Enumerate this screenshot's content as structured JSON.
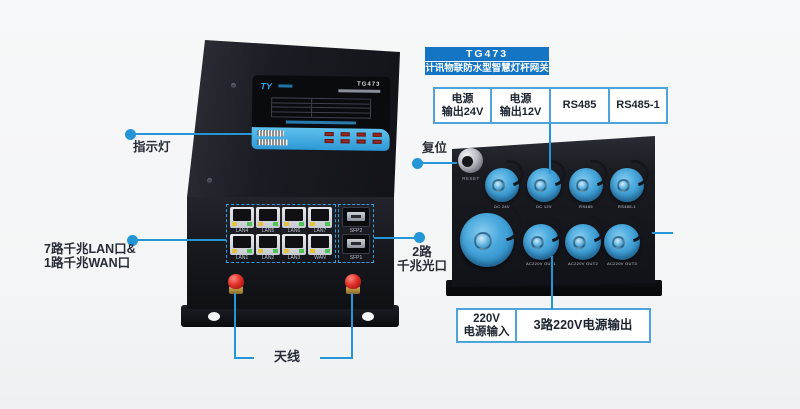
{
  "accent": "#2496d8",
  "badge": {
    "model": "TG473",
    "subtitle": "计讯物联防水型智慧灯杆网关"
  },
  "connector_boxes": [
    {
      "text": "电源\n输出24V"
    },
    {
      "text": "电源\n输出12V"
    },
    {
      "text": "RS485"
    },
    {
      "text": "RS485-1"
    }
  ],
  "power_boxes": {
    "input": "220V\n电源输入",
    "output": "3路220V电源输出"
  },
  "callouts": {
    "indicator": "指示灯",
    "lan": "7路千兆LAN口&\n1路千兆WAN口",
    "optical": "2路\n千兆光口",
    "antenna": "天线",
    "reset": "复位"
  },
  "front_device": {
    "brand": "TY",
    "model": "TG473",
    "port_labels_top": [
      "LAN4",
      "LAN5",
      "LAN6",
      "LAN7"
    ],
    "port_labels_bottom": [
      "LAN1",
      "LAN2",
      "LAN3",
      "WAN"
    ],
    "sfp_labels": [
      "SFP2",
      "SFP1"
    ]
  },
  "bottom_device": {
    "reset_text": "RESET",
    "row1_labels": [
      "DC 24V",
      "DC 12V",
      "RS485",
      "RS485-1"
    ],
    "row2_labels": [
      "AC220V OUT1",
      "AC220V OUT2",
      "AC220V OUT3"
    ]
  }
}
